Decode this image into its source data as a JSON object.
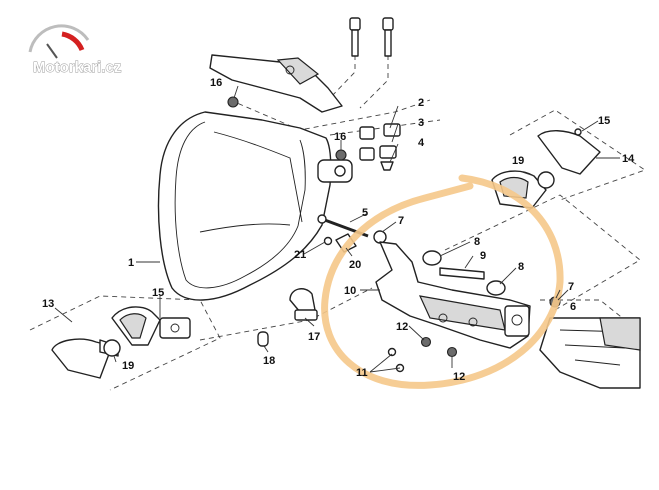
{
  "logo": {
    "text": "Motorkari.cz",
    "accent_color": "#d42020"
  },
  "highlight_color": "#f5c88a",
  "callouts": [
    {
      "id": "c1",
      "label": "1"
    },
    {
      "id": "c2",
      "label": "2"
    },
    {
      "id": "c3",
      "label": "3"
    },
    {
      "id": "c4",
      "label": "4"
    },
    {
      "id": "c5",
      "label": "5"
    },
    {
      "id": "c6",
      "label": "6"
    },
    {
      "id": "c7a",
      "label": "7"
    },
    {
      "id": "c7b",
      "label": "7"
    },
    {
      "id": "c8a",
      "label": "8"
    },
    {
      "id": "c8b",
      "label": "8"
    },
    {
      "id": "c9",
      "label": "9"
    },
    {
      "id": "c10",
      "label": "10"
    },
    {
      "id": "c11",
      "label": "11"
    },
    {
      "id": "c12a",
      "label": "12"
    },
    {
      "id": "c12b",
      "label": "12"
    },
    {
      "id": "c13",
      "label": "13"
    },
    {
      "id": "c14",
      "label": "14"
    },
    {
      "id": "c15a",
      "label": "15"
    },
    {
      "id": "c15b",
      "label": "15"
    },
    {
      "id": "c16a",
      "label": "16"
    },
    {
      "id": "c16b",
      "label": "16"
    },
    {
      "id": "c17",
      "label": "17"
    },
    {
      "id": "c18",
      "label": "18"
    },
    {
      "id": "c19a",
      "label": "19"
    },
    {
      "id": "c19b",
      "label": "19"
    },
    {
      "id": "c20",
      "label": "20"
    },
    {
      "id": "c21",
      "label": "21"
    }
  ]
}
